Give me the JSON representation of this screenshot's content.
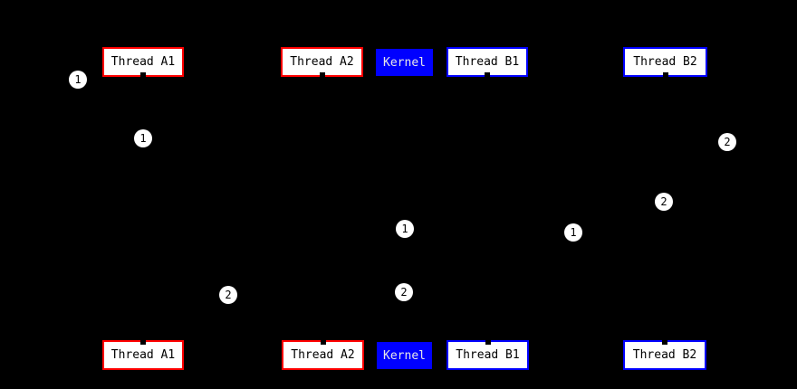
{
  "colors": {
    "background": "#000000",
    "red": "#FF0000",
    "blue": "#0000FF",
    "box_fill": "#FFFFFF",
    "box_text": "#000000",
    "kernel_fill": "#0000FF",
    "kernel_text": "#E8E8E8",
    "badge_fill": "#FFFFFF",
    "badge_text": "#000000"
  },
  "actors": [
    {
      "label": "Thread A1",
      "variant": "red"
    },
    {
      "label": "Thread A2",
      "variant": "red"
    },
    {
      "label": "Kernel",
      "variant": "kernel"
    },
    {
      "label": "Thread B1",
      "variant": "blue"
    },
    {
      "label": "Thread B2",
      "variant": "blue"
    }
  ],
  "badges": [
    {
      "label": "1"
    },
    {
      "label": "1"
    },
    {
      "label": "2"
    },
    {
      "label": "2"
    },
    {
      "label": "1"
    },
    {
      "label": "1"
    },
    {
      "label": "2"
    },
    {
      "label": "2"
    }
  ]
}
